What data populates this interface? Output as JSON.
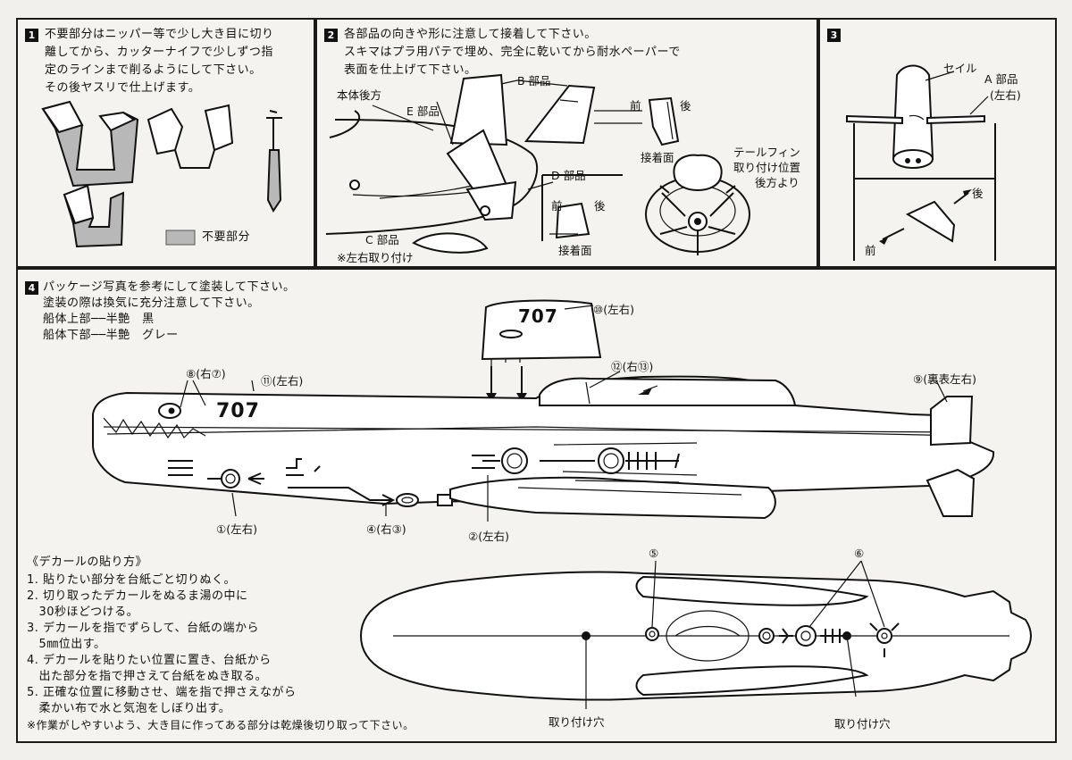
{
  "panel1": {
    "num": "1",
    "lines": [
      "不要部分はニッパー等で少し大き目に切り",
      "離してから、カッターナイフで少しずつ指",
      "定のラインまで削るようにして下さい。",
      "その後ヤスリで仕上げます。"
    ],
    "legend": "不要部分"
  },
  "panel2": {
    "num": "2",
    "lines": [
      "各部品の向きや形に注意して接着して下さい。",
      "スキマはプラ用パテで埋め、完全に乾いてから耐水ペーパーで",
      "表面を仕上げて下さい。"
    ],
    "labels": {
      "rear": "本体後方",
      "e_part": "E 部品",
      "b_part": "B 部品",
      "d_part": "D 部品",
      "c_part": "C 部品",
      "c_note": "※左右取り付け",
      "front": "前",
      "back": "後",
      "glue": "接着面",
      "front2": "前",
      "back2": "後",
      "glue2": "接着面",
      "tail1": "テールフィン",
      "tail2": "取り付け位置",
      "tail3": "後方より"
    }
  },
  "panel3": {
    "num": "3",
    "sail": "セイル",
    "a_part1": "A 部品",
    "a_part2": "(左右)",
    "back": "後",
    "front": "前"
  },
  "panel4": {
    "num": "4",
    "lines": [
      "パッケージ写真を参考にして塗装して下さい。",
      "塗装の際は換気に充分注意して下さい。",
      "船体上部──半艶　黒",
      "船体下部──半艶　グレー"
    ],
    "hull_number": "707",
    "sail_number": "707",
    "labels": {
      "l10": "⑩(左右)",
      "l8": "⑧(右⑦)",
      "l11": "⑪(左右)",
      "l12": "⑫(右⑬)",
      "l9": "⑨(裏表左右)",
      "l1": "①(左右)",
      "l4": "④(右③)",
      "l2": "②(左右)",
      "l5": "⑤",
      "l6": "⑥",
      "hole1": "取り付け穴",
      "hole2": "取り付け穴"
    },
    "decal_title": "《デカールの貼り方》",
    "decal_steps": [
      "1. 貼りたい部分を台紙ごと切りぬく。",
      "2. 切り取ったデカールをぬるま湯の中に",
      "　30秒ほどつける。",
      "3. デカールを指でずらして、台紙の端から",
      "　5㎜位出す。",
      "4. デカールを貼りたい位置に置き、台紙から",
      "　出た部分を指で押さえて台紙をぬき取る。",
      "5. 正確な位置に移動させ、端を指で押さえながら",
      "　柔かい布で水と気泡をしぼり出す。"
    ],
    "decal_note": "※作業がしやすいよう、大き目に作ってある部分は乾燥後切り取って下さい。"
  }
}
